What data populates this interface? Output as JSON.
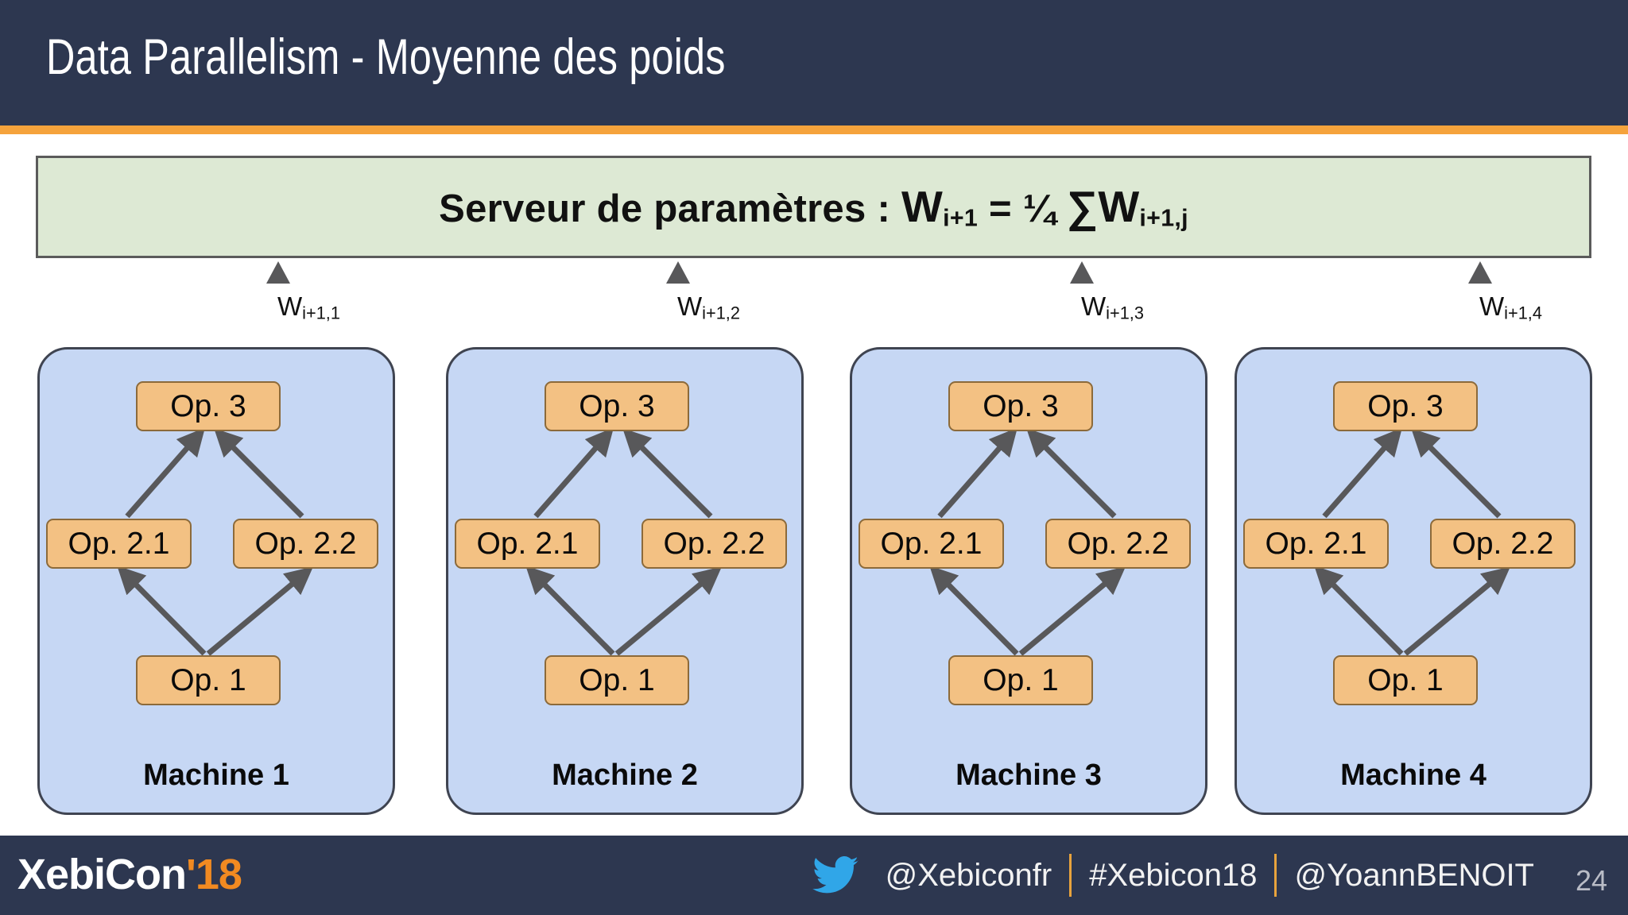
{
  "slide": {
    "title": "Data Parallelism - Moyenne des poids",
    "page_number": "24",
    "colors": {
      "header_bg": "#2d3750",
      "accent_orange": "#f5a33c",
      "param_box_bg": "#dde9d4",
      "machine_box_bg": "#c6d7f4",
      "op_node_bg": "#f3c183",
      "arrow_gray": "#58585a",
      "twitter_blue": "#30a6e8"
    }
  },
  "param_server": {
    "prefix": "Serveur de paramètres : ",
    "w_left": "W",
    "w_left_sub": "i+1",
    "equals": " = ",
    "fraction": "¼ ",
    "sigma": "∑",
    "w_right": "W",
    "w_right_sub": "i+1,j",
    "full_text": "Serveur de paramètres : Wi+1 = ¼ ∑Wi+1,j"
  },
  "uplinks": [
    {
      "symbol": "W",
      "subscript": "i+1,1"
    },
    {
      "symbol": "W",
      "subscript": "i+1,2"
    },
    {
      "symbol": "W",
      "subscript": "i+1,3"
    },
    {
      "symbol": "W",
      "subscript": "i+1,4"
    }
  ],
  "machines": [
    {
      "label": "Machine 1",
      "ops": {
        "op3": "Op. 3",
        "op21": "Op. 2.1",
        "op22": "Op. 2.2",
        "op1": "Op. 1"
      }
    },
    {
      "label": "Machine 2",
      "ops": {
        "op3": "Op. 3",
        "op21": "Op. 2.1",
        "op22": "Op. 2.2",
        "op1": "Op. 1"
      }
    },
    {
      "label": "Machine 3",
      "ops": {
        "op3": "Op. 3",
        "op21": "Op. 2.1",
        "op22": "Op. 2.2",
        "op1": "Op. 1"
      }
    },
    {
      "label": "Machine 4",
      "ops": {
        "op3": "Op. 3",
        "op21": "Op. 2.1",
        "op22": "Op. 2.2",
        "op1": "Op. 1"
      }
    }
  ],
  "footer": {
    "logo_main": "XebiCon",
    "logo_year": "'18",
    "twitter_handle": "@Xebiconfr",
    "hashtag": "#Xebicon18",
    "speaker_handle": "@YoannBENOIT"
  }
}
